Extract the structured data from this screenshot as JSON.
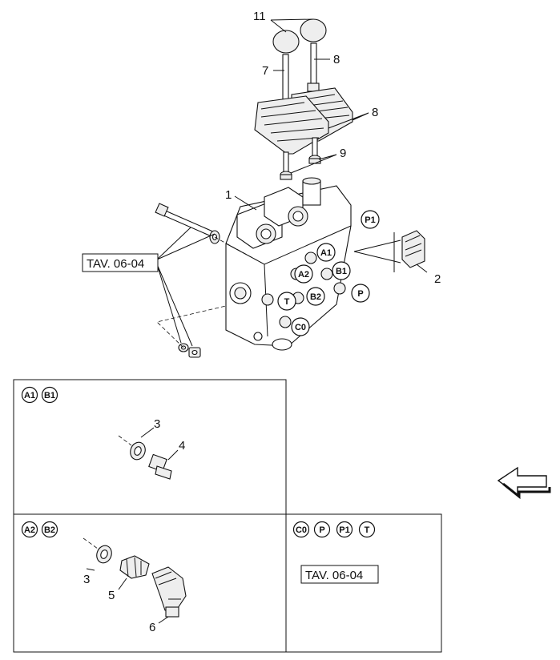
{
  "callouts": {
    "c1": "1",
    "c2": "2",
    "c3a": "3",
    "c3b": "3",
    "c4": "4",
    "c5": "5",
    "c6": "6",
    "c7": "7",
    "c8a": "8",
    "c8b": "8",
    "c9": "9",
    "c11": "11"
  },
  "port_labels": {
    "p1": "P1",
    "a1": "A1",
    "a2": "A2",
    "b1": "B1",
    "b2": "B2",
    "t": "T",
    "p": "P",
    "c0": "C0"
  },
  "references": {
    "main_ref": "TAV. 06-04",
    "box3_ref": "TAV. 06-04"
  },
  "boxes": {
    "box1_ports": [
      "A1",
      "B1"
    ],
    "box2_ports": [
      "A2",
      "B2"
    ],
    "box3_ports": [
      "C0",
      "P",
      "P1",
      "T"
    ]
  },
  "icons": {
    "direction_arrow": "arrow-left-icon"
  }
}
